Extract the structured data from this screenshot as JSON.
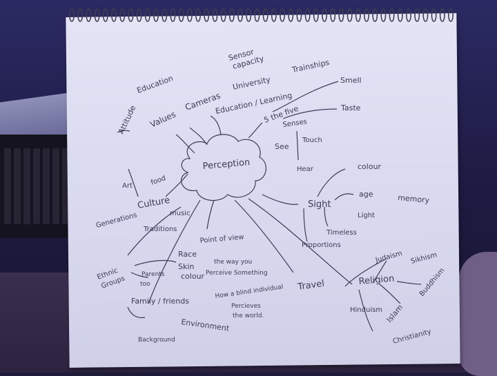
{
  "notebook": {
    "title": "Perception",
    "nodes": [
      {
        "id": "perception",
        "text": "Perception"
      },
      {
        "id": "values",
        "text": "Values"
      },
      {
        "id": "attitude",
        "text": "Attitude"
      },
      {
        "id": "education1",
        "text": "Education"
      },
      {
        "id": "cameras",
        "text": "Cameras"
      },
      {
        "id": "sensor",
        "text": "Sensor"
      },
      {
        "id": "capacity",
        "text": "capacity"
      },
      {
        "id": "education2",
        "text": "Education / Learning"
      },
      {
        "id": "university",
        "text": "University"
      },
      {
        "id": "trainships",
        "text": "Trainships"
      },
      {
        "id": "fivesenses",
        "text": "5 the five"
      },
      {
        "id": "smell",
        "text": "Smell"
      },
      {
        "id": "taste",
        "text": "Taste"
      },
      {
        "id": "senses",
        "text": "Senses"
      },
      {
        "id": "see",
        "text": "See"
      },
      {
        "id": "touch",
        "text": "Touch"
      },
      {
        "id": "hear",
        "text": "Hear"
      },
      {
        "id": "culture",
        "text": "Culture"
      },
      {
        "id": "art",
        "text": "Art"
      },
      {
        "id": "food",
        "text": "food"
      },
      {
        "id": "music",
        "text": "music"
      },
      {
        "id": "traditions",
        "text": "Traditions"
      },
      {
        "id": "generations",
        "text": "Generations"
      },
      {
        "id": "sight",
        "text": "Sight"
      },
      {
        "id": "colour",
        "text": "colour"
      },
      {
        "id": "age",
        "text": "age"
      },
      {
        "id": "memory",
        "text": "memory"
      },
      {
        "id": "light",
        "text": "Light"
      },
      {
        "id": "timeless",
        "text": "Timeless"
      },
      {
        "id": "proportions",
        "text": "Proportions"
      },
      {
        "id": "race",
        "text": "Race"
      },
      {
        "id": "ethnic",
        "text": "Ethnic"
      },
      {
        "id": "groups",
        "text": "Groups"
      },
      {
        "id": "skin",
        "text": "Skin"
      },
      {
        "id": "colour2",
        "text": "colour"
      },
      {
        "id": "pointofview",
        "text": "Point of view"
      },
      {
        "id": "theway",
        "text": "the way you"
      },
      {
        "id": "perceive",
        "text": "Perceive Something"
      },
      {
        "id": "howablind",
        "text": "How a blind individual"
      },
      {
        "id": "perceives",
        "text": "Percieves"
      },
      {
        "id": "theworld",
        "text": "the world."
      },
      {
        "id": "travel",
        "text": "Travel"
      },
      {
        "id": "religion",
        "text": "Religion"
      },
      {
        "id": "judaism",
        "text": "Judaism"
      },
      {
        "id": "sikhism",
        "text": "Sikhism"
      },
      {
        "id": "buddhism",
        "text": "Buddhism"
      },
      {
        "id": "islam",
        "text": "Islam"
      },
      {
        "id": "hinduism",
        "text": "Hinduism"
      },
      {
        "id": "christianity",
        "text": "Christianity"
      },
      {
        "id": "family",
        "text": "Family / friends"
      },
      {
        "id": "environment",
        "text": "Environment"
      },
      {
        "id": "background",
        "text": "Background"
      },
      {
        "id": "parents",
        "text": "Parents"
      },
      {
        "id": "too",
        "text": "too"
      }
    ]
  },
  "colors": {
    "ink": "#3a3b56",
    "paper": "#dcdcf0",
    "background": "#1f1c45"
  }
}
